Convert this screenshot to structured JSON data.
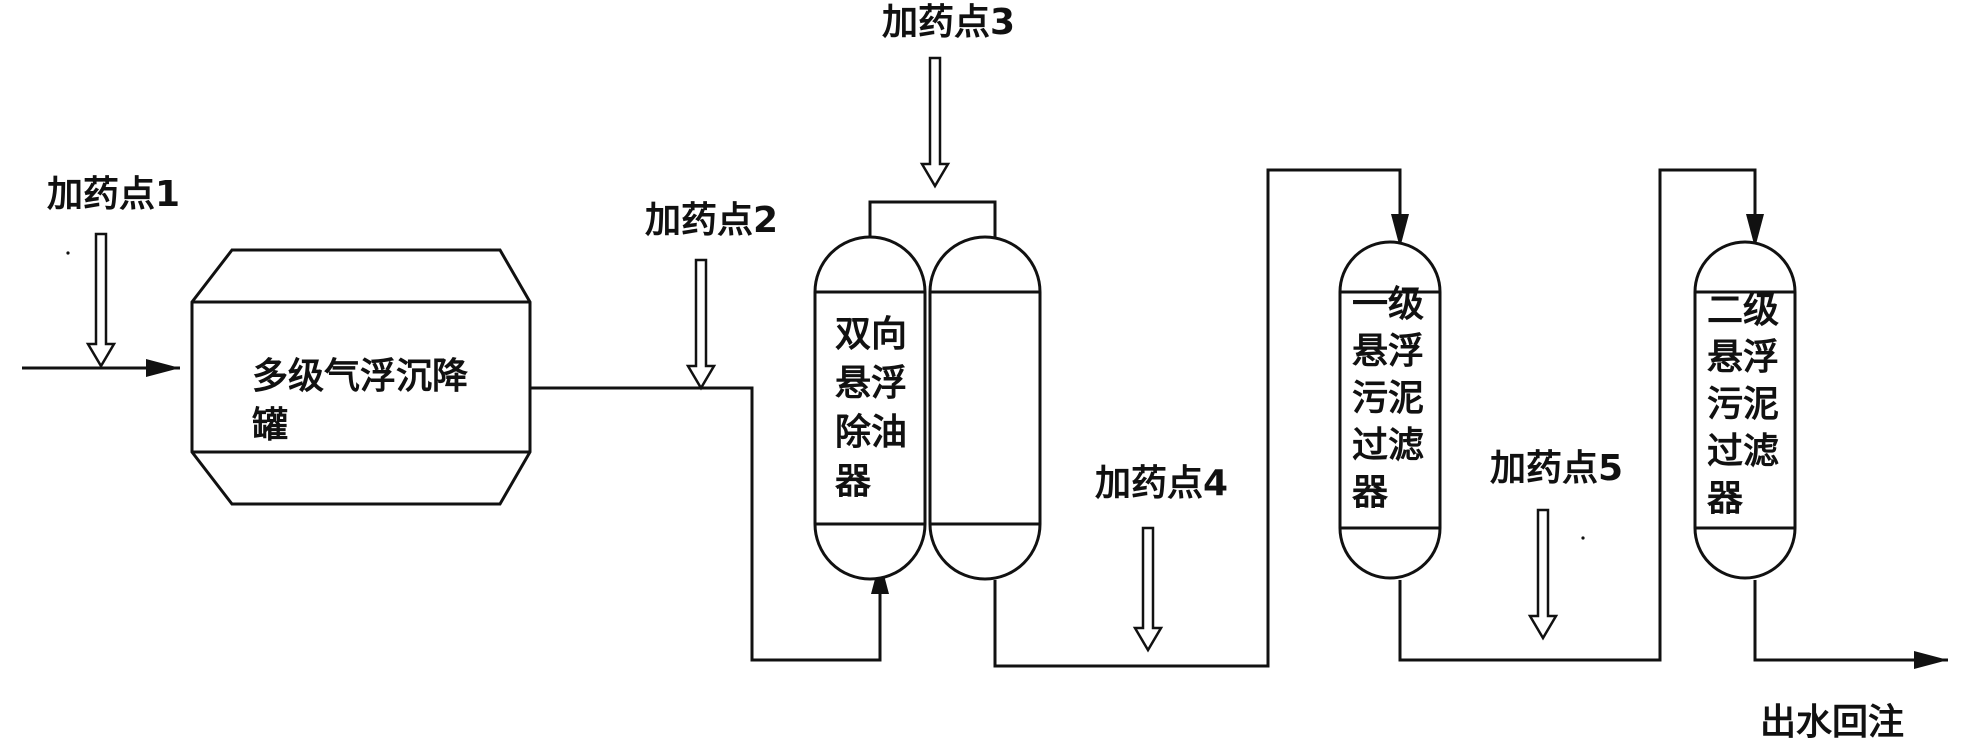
{
  "dosing_points": {
    "p1": "加药点1",
    "p2": "加药点2",
    "p3": "加药点3",
    "p4": "加药点4",
    "p5": "加药点5"
  },
  "units": {
    "settling_tank": {
      "line1": "多级气浮沉降",
      "line2": "罐"
    },
    "oil_remover": {
      "line1": "双向",
      "line2": "悬浮",
      "line3": "除油",
      "line4": "器"
    },
    "filter_1": {
      "line1": "一级",
      "line2": "悬浮",
      "line3": "污泥",
      "line4": "过滤",
      "line5": "器"
    },
    "filter_2": {
      "line1": "二级",
      "line2": "悬浮",
      "line3": "污泥",
      "line4": "过滤",
      "line5": "器"
    }
  },
  "outlet": {
    "label": "出水回注"
  }
}
